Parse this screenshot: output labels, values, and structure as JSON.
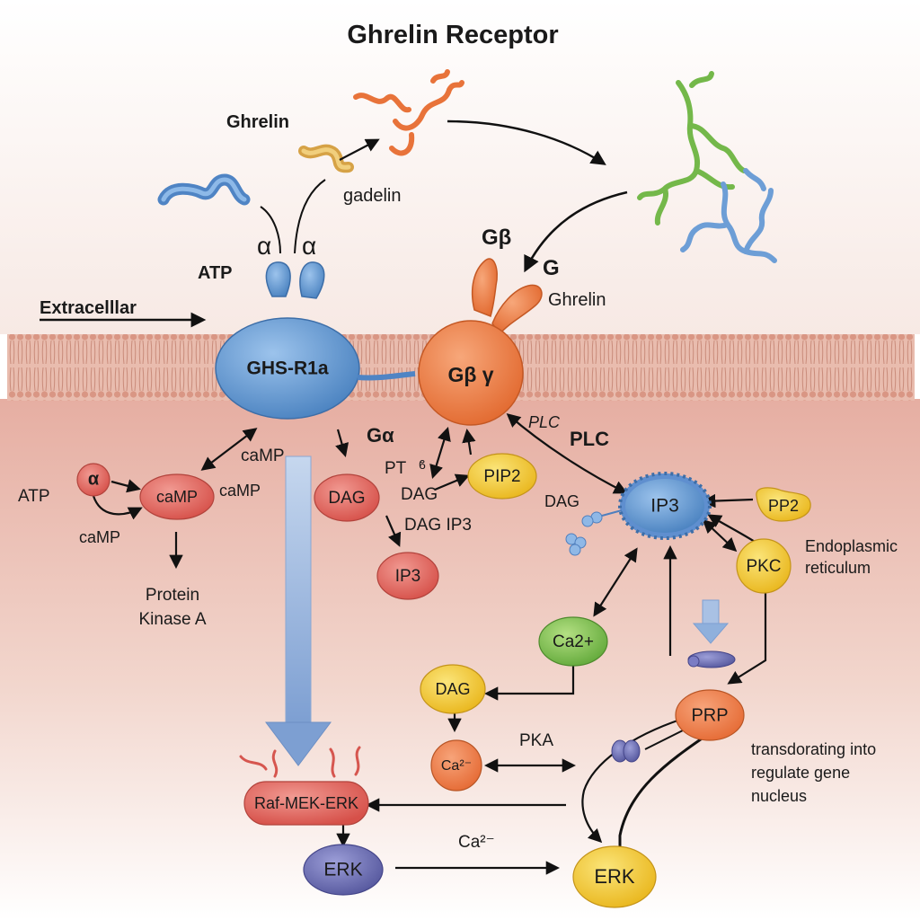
{
  "title": "Ghrelin Receptor",
  "colors": {
    "membrane_fill": "#e6b3a1",
    "cytoplasm_top": "#e5aca0",
    "receptor_blue": "#5b93cf",
    "gprotein_orange": "#ec7c45",
    "node_red": "#e06a63",
    "node_yellow": "#f2c92e",
    "node_green": "#7cc047",
    "node_purple": "#6b6cb0",
    "arrow": "#111111",
    "blue_arrow": "#8fb0dc"
  },
  "labels": {
    "ghrelin_top": "Ghrelin",
    "gadelin": "gadelin",
    "alpha_left": "α",
    "alpha_right": "α",
    "atp_top": "ATP",
    "extracellular": "Extracelllar",
    "g_beta_top": "Gβ",
    "g_top": "G",
    "ghrelin_right": "Ghrelin",
    "camp_top": "caMP",
    "g_alpha": "Gα",
    "plc_italic": "PLC",
    "plc_bold": "PLC",
    "atp_left": "ATP",
    "camp_right": "caMP",
    "camp_bottom": "caMP",
    "pt": "PT",
    "pt_mark": "ϐ",
    "dag_mid": "DAG",
    "dag_ip3": "DAG  IP3",
    "dag_ip3_side": "DAG",
    "protein_kinase_line1": "Protein",
    "protein_kinase_line2": "Kinase A",
    "er_line1": "Endoplasmic",
    "er_line2": "reticulum",
    "pka": "PKA",
    "ca_bottom": "Ca²⁻",
    "transl_line1": "transdorating into",
    "transl_line2": "regulate gene",
    "transl_line3": "nucleus"
  },
  "nodes": {
    "ghs_r1a": "GHS-R1a",
    "g_beta_gamma": "Gβ γ",
    "alpha_small": "α",
    "camp": "caMP",
    "dag_red": "DAG",
    "ip3_red": "IP3",
    "pip2": "PIP2",
    "ip3_er": "IP3",
    "pp2": "PP2",
    "pkc": "PKC",
    "ca2": "Ca2+",
    "dag_yellow": "DAG",
    "ca_orange": "Ca²⁻",
    "prp": "PRP",
    "raf_mek_erk": "Raf-MEK-ERK",
    "erk_purple": "ERK",
    "erk_yellow": "ERK"
  }
}
